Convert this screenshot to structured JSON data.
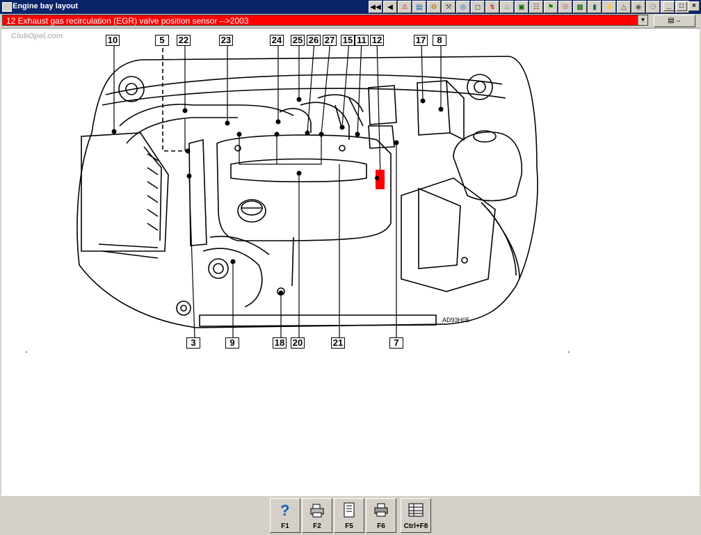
{
  "window": {
    "title": "Engine bay layout"
  },
  "selector": {
    "value": "12  Exhaust gas recirculation (EGR) valve position sensor -->2003"
  },
  "watermark": "ClubOpel.com",
  "diagram": {
    "part_code": "AD93H05",
    "highlight_color": "#ff0000",
    "callouts": [
      "10",
      "5",
      "22",
      "23",
      "24",
      "25",
      "26",
      "27",
      "15",
      "11",
      "12",
      "17",
      "8",
      "3",
      "9",
      "18",
      "20",
      "21",
      "7"
    ]
  },
  "window_controls": {
    "minimize": "_",
    "restore": "□",
    "close": "×"
  },
  "function_keys": [
    {
      "key": "F1",
      "icon": "help-icon"
    },
    {
      "key": "F2",
      "icon": "printer-icon"
    },
    {
      "key": "F5",
      "icon": "document-icon"
    },
    {
      "key": "F6",
      "icon": "print-preview-icon"
    },
    {
      "key": "Ctrl+F8",
      "icon": "table-icon"
    }
  ]
}
